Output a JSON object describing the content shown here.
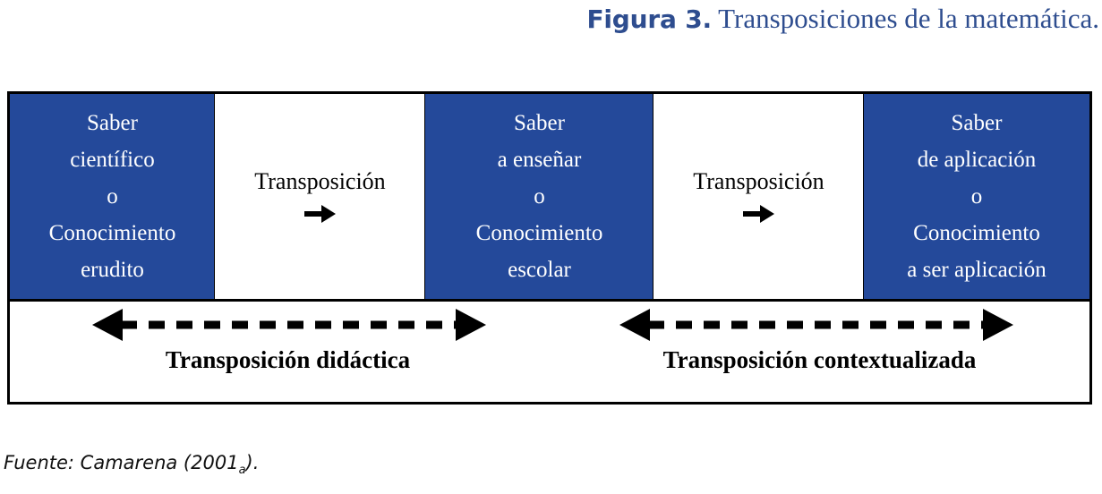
{
  "figure": {
    "label": "Figura 3.",
    "caption": " Transposiciones de la matemática.",
    "title_color": "#2e4d8f"
  },
  "colors": {
    "box_blue": "#24499a",
    "box_text": "#ffffff",
    "border": "#000000",
    "title_blue": "#2e4d8f"
  },
  "diagram": {
    "cells": [
      {
        "kind": "knowledge-box",
        "style": "blue",
        "lines": [
          "Saber",
          "científico",
          "o",
          "Conocimiento",
          "erudito"
        ]
      },
      {
        "kind": "transposition-cell",
        "style": "white",
        "label": "Transposición",
        "icon": "arrow-right-icon"
      },
      {
        "kind": "knowledge-box",
        "style": "blue",
        "lines": [
          "Saber",
          "a enseñar",
          "o",
          "Conocimiento",
          "escolar"
        ]
      },
      {
        "kind": "transposition-cell",
        "style": "white",
        "label": "Transposición",
        "icon": "arrow-right-icon"
      },
      {
        "kind": "knowledge-box",
        "style": "blue",
        "lines": [
          "Saber",
          "de aplicación",
          "o",
          "Conocimiento",
          "a ser aplicación"
        ]
      }
    ],
    "segments": [
      {
        "label": "Transposición didáctica",
        "icon": "double-headed-dashed-arrow-icon"
      },
      {
        "label": "Transposición contextualizada",
        "icon": "double-headed-dashed-arrow-icon"
      }
    ]
  },
  "source": {
    "text": "Fuente: Camarena (2001",
    "subscript": "a",
    "suffix": ")."
  }
}
